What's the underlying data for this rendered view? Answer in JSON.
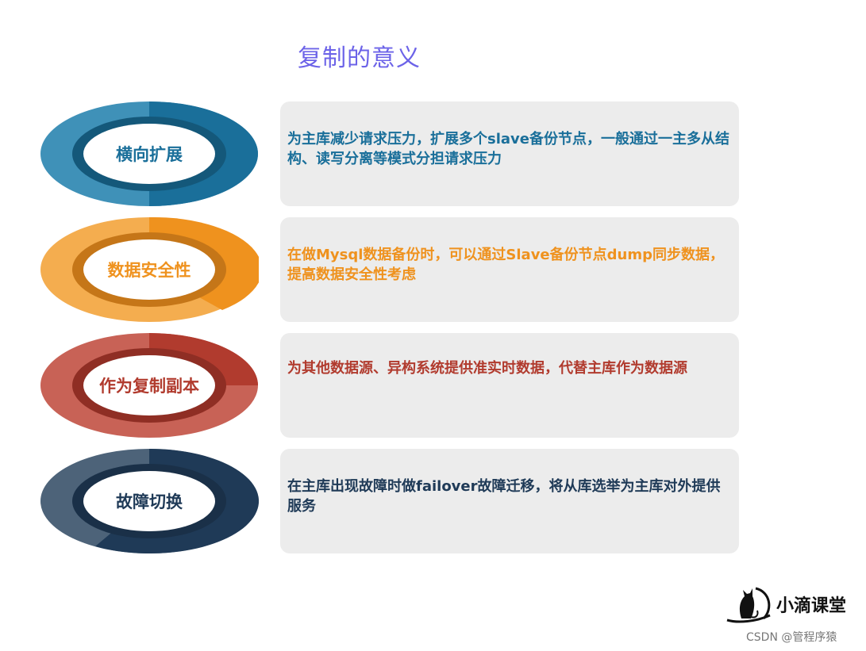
{
  "title": "复制的意义",
  "items": [
    {
      "label": "横向扩展",
      "description": "为主库减少请求压力，扩展多个slave备份节点，一般通过一主多从结构、读写分离等模式分担请求压力",
      "colors": {
        "dark": "#1a6f9a",
        "light": "#3f91b8",
        "inner": "#14587a",
        "text": "#1a6f9a"
      }
    },
    {
      "label": "数据安全性",
      "description": "在做Mysql数据备份时，可以通过Slave备份节点dump同步数据，提高数据安全性考虑",
      "colors": {
        "dark": "#ef921e",
        "light": "#f4ad4f",
        "inner": "#c57618",
        "text": "#ef921e"
      }
    },
    {
      "label": "作为复制副本",
      "description": "为其他数据源、异构系统提供准实时数据，代替主库作为数据源",
      "colors": {
        "dark": "#b13b2e",
        "light": "#c86256",
        "inner": "#8f2e24",
        "text": "#b13b2e"
      }
    },
    {
      "label": "故障切换",
      "description": "在主库出现故障时做failover故障迁移，将从库选举为主库对外提供服务",
      "colors": {
        "dark": "#1f3a57",
        "light": "#4d6379",
        "inner": "#1a3048",
        "text": "#1f3a57"
      }
    }
  ],
  "logo": {
    "text": "小滴课堂"
  },
  "watermark": "CSDN @管程序猿"
}
